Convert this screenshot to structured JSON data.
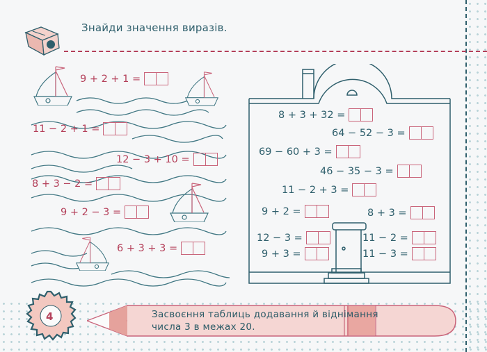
{
  "header": {
    "instruction": "Знайди значення виразів.",
    "icon": "pencil-sharpener-icon"
  },
  "colors": {
    "accent_red": "#b4405a",
    "teal": "#2f5f6c",
    "dash_line": "#b4405a",
    "pencil_fill": "#f5d6d3",
    "dots": "#b9d3d8"
  },
  "sea_exercises": [
    {
      "expression": "9 + 2 + 1 ="
    },
    {
      "expression": "11 − 2 + 1 ="
    },
    {
      "expression": "12 − 3 + 10 ="
    },
    {
      "expression": "8 + 3 − 2 ="
    },
    {
      "expression": "9 + 2 − 3 ="
    },
    {
      "expression": "6 + 3 + 3 ="
    }
  ],
  "house_exercises": [
    {
      "expression": "8 + 3 + 32 ="
    },
    {
      "expression": "64 − 52 − 3 ="
    },
    {
      "expression": "69 − 60 + 3 ="
    },
    {
      "expression": "46 − 35 − 3 ="
    },
    {
      "expression": "11 − 2 + 3 ="
    },
    {
      "expression": "9 + 2 ="
    },
    {
      "expression": "8 + 3 ="
    },
    {
      "expression": "12 − 3 ="
    },
    {
      "expression": "11 − 2 ="
    },
    {
      "expression": "9 + 3 ="
    },
    {
      "expression": "11 − 3 ="
    }
  ],
  "footer": {
    "page_number": "4",
    "topic_line1": "Засвоєння таблиць додавання й віднімання",
    "topic_line2": "числа 3 в межах 20."
  }
}
